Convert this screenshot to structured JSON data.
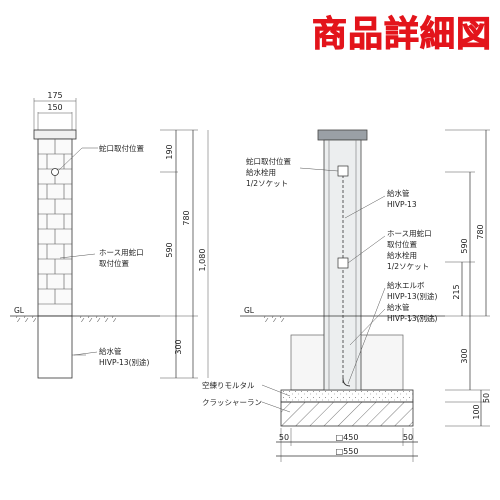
{
  "title": "商品詳細図",
  "left_view": {
    "dims_top": [
      "175",
      "150"
    ],
    "labels": {
      "faucet": "蛇口取付位置",
      "hose1": "ホース用蛇口",
      "hose2": "取付位置",
      "pipe1": "給水管",
      "pipe2": "HIVP-13(別途)",
      "gl": "GL"
    },
    "dims_right": {
      "d190": "190",
      "d590": "590",
      "d780": "780",
      "d1080": "1,080",
      "d300": "300"
    }
  },
  "right_view": {
    "labels": {
      "faucet1": "蛇口取付位置",
      "faucet2": "給水栓用",
      "faucet3": "1/2ソケット",
      "pipe1": "給水管",
      "pipe2": "HIVP-13",
      "hose1": "ホース用蛇口",
      "hose2": "取付位置",
      "hose3": "給水栓用",
      "hose4": "1/2ソケット",
      "elbow1": "給水エルボ",
      "elbow2": "HIVP-13(別途)",
      "elbow3": "給水管",
      "elbow4": "HIVP-13(別途)",
      "gl": "GL",
      "mortar": "空練りモルタル",
      "crusher": "クラッシャーラン"
    },
    "dims_right": {
      "d780": "780",
      "d590": "590",
      "d215": "215",
      "d300": "300",
      "d50": "50",
      "d100": "100"
    },
    "dims_bottom": {
      "side_l": "50",
      "inner": "□450",
      "side_r": "50",
      "outer": "□550"
    }
  }
}
